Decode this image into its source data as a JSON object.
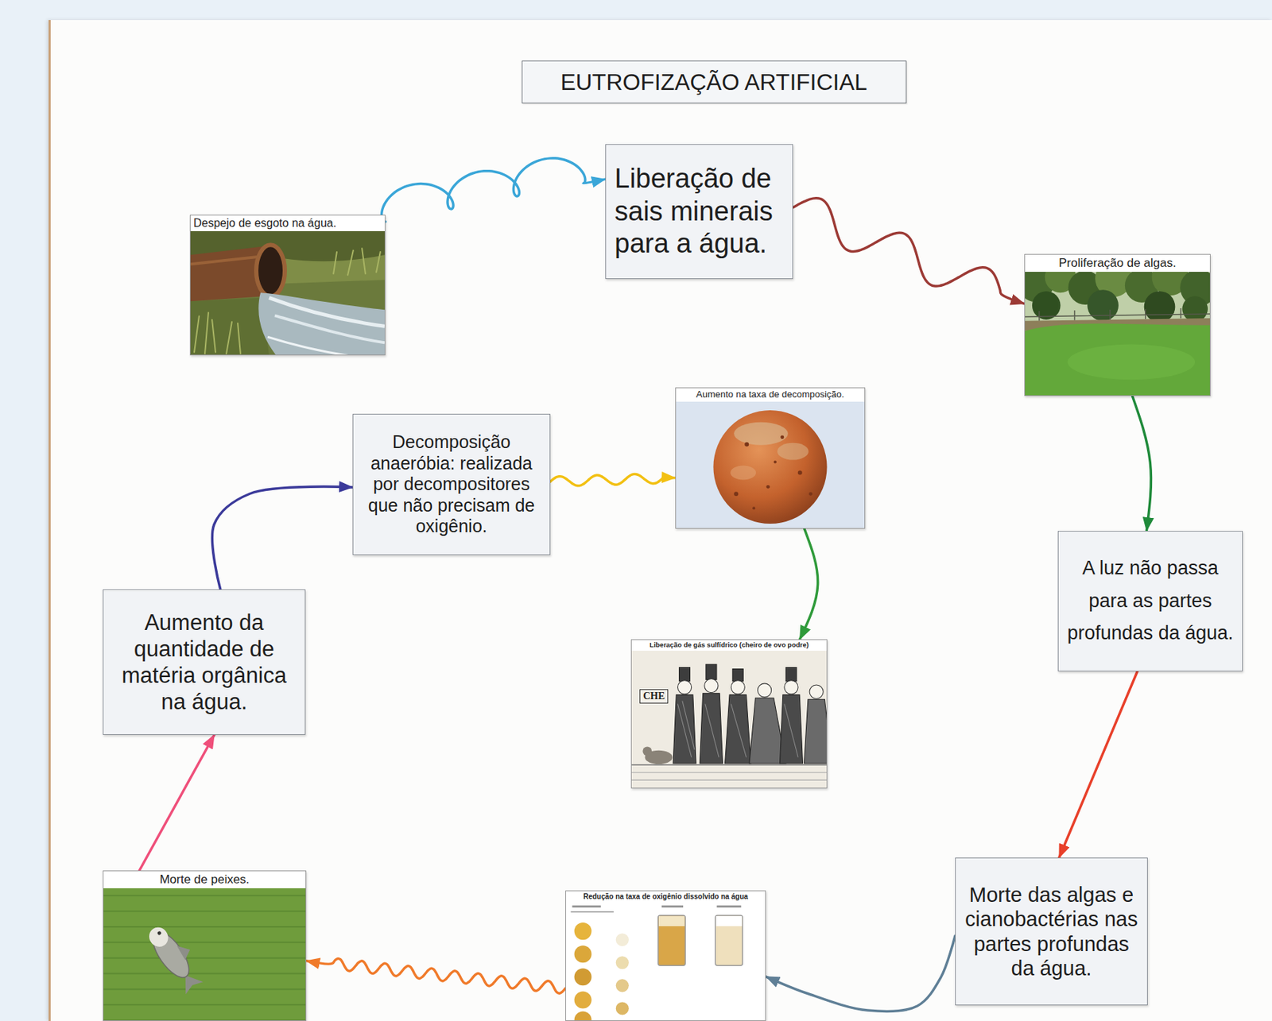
{
  "diagram": {
    "title": "EUTROFIZAÇÃO ARTIFICIAL",
    "nodes": [
      {
        "text": [
          "Despejo de esgoto na água."
        ]
      },
      {
        "text": [
          "Liberação de sais minerais para a água."
        ]
      },
      {
        "text": [
          "Proliferação de algas."
        ]
      },
      {
        "text": [
          "A luz não passa para as partes profundas da água."
        ]
      },
      {
        "text": [
          "Morte das algas e cianobactérias nas partes profundas da água."
        ]
      },
      {
        "text": [
          "Redução na taxa de oxigênio dissolvido na água"
        ]
      },
      {
        "text": [
          "Morte de peixes."
        ]
      },
      {
        "text": [
          "Aumento da quantidade de matéria orgânica na água."
        ]
      },
      {
        "text": [
          "Decomposição anaeróbia: realizada por decompositores que não precisam de oxigênio."
        ]
      },
      {
        "text": [
          "Aumento na taxa de decomposição."
        ]
      },
      {
        "text": [
          "Liberação de gás sulfídrico (cheiro de ovo podre)"
        ]
      }
    ],
    "edges": [
      {
        "from": 0,
        "to": 1,
        "arrow": "to"
      },
      {
        "from": 1,
        "to": 2,
        "arrow": "to"
      },
      {
        "from": 2,
        "to": 3,
        "arrow": "to"
      },
      {
        "from": 3,
        "to": 4,
        "arrow": "to"
      },
      {
        "from": 4,
        "to": 5,
        "arrow": "to"
      },
      {
        "from": 5,
        "to": 6,
        "arrow": "to"
      },
      {
        "from": 6,
        "to": 7,
        "arrow": "to"
      },
      {
        "from": 7,
        "to": 8,
        "arrow": "to"
      },
      {
        "from": 8,
        "to": 9,
        "arrow": "to"
      },
      {
        "from": 9,
        "to": 10,
        "arrow": "to"
      }
    ],
    "labels": [
      "CHE"
    ]
  }
}
